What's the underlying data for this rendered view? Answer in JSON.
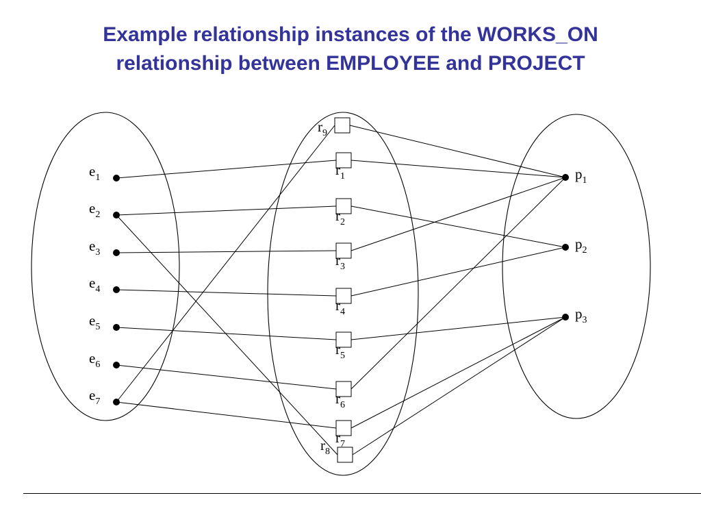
{
  "title": {
    "line1": "Example relationship instances of the WORKS_ON",
    "line2": "relationship between EMPLOYEE and PROJECT"
  },
  "colors": {
    "title": "#333399",
    "lines": "#000000"
  },
  "employees": [
    {
      "id": "e1",
      "base": "e",
      "sub": "1"
    },
    {
      "id": "e2",
      "base": "e",
      "sub": "2"
    },
    {
      "id": "e3",
      "base": "e",
      "sub": "3"
    },
    {
      "id": "e4",
      "base": "e",
      "sub": "4"
    },
    {
      "id": "e5",
      "base": "e",
      "sub": "5"
    },
    {
      "id": "e6",
      "base": "e",
      "sub": "6"
    },
    {
      "id": "e7",
      "base": "e",
      "sub": "7"
    }
  ],
  "relationships": [
    {
      "id": "r1",
      "base": "r",
      "sub": "1",
      "employee": "e1",
      "project": "p1"
    },
    {
      "id": "r2",
      "base": "r",
      "sub": "2",
      "employee": "e2",
      "project": "p2"
    },
    {
      "id": "r3",
      "base": "r",
      "sub": "3",
      "employee": "e3",
      "project": "p1"
    },
    {
      "id": "r4",
      "base": "r",
      "sub": "4",
      "employee": "e4",
      "project": "p2"
    },
    {
      "id": "r5",
      "base": "r",
      "sub": "5",
      "employee": "e5",
      "project": "p3"
    },
    {
      "id": "r6",
      "base": "r",
      "sub": "6",
      "employee": "e6",
      "project": "p1"
    },
    {
      "id": "r7",
      "base": "r",
      "sub": "7",
      "employee": "e7",
      "project": "p3"
    },
    {
      "id": "r8",
      "base": "r",
      "sub": "8",
      "employee": "e2",
      "project": "p3"
    },
    {
      "id": "r9",
      "base": "r",
      "sub": "9",
      "employee": "e7",
      "project": "p1"
    }
  ],
  "projects": [
    {
      "id": "p1",
      "base": "p",
      "sub": "1"
    },
    {
      "id": "p2",
      "base": "p",
      "sub": "2"
    },
    {
      "id": "p3",
      "base": "p",
      "sub": "3"
    }
  ]
}
